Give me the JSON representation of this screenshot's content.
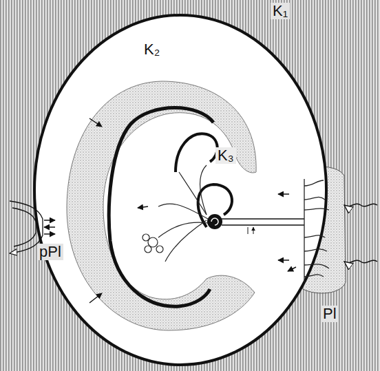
{
  "diagram": {
    "labels": [
      "K₁",
      "K₂",
      "K₃",
      "pPl",
      "Pl"
    ]
  }
}
